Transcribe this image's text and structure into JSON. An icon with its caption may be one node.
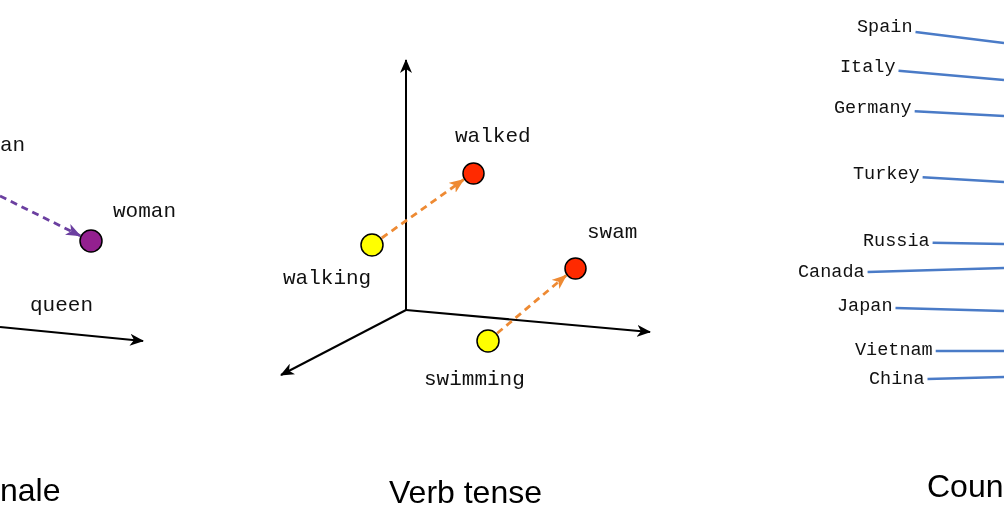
{
  "diagram": {
    "nodes": [
      {
        "text": [],
        "shape": "circle",
        "beside": [
          "woman"
        ]
      },
      {
        "text": [],
        "shape": "circle",
        "beside": [
          "walked"
        ]
      },
      {
        "text": [],
        "shape": "circle",
        "beside": [
          "walking"
        ]
      },
      {
        "text": [],
        "shape": "circle",
        "beside": [
          "swam"
        ]
      },
      {
        "text": [],
        "shape": "circle",
        "beside": [
          "swimming"
        ]
      },
      {
        "text": [
          "Spain"
        ]
      },
      {
        "text": [
          "Italy"
        ]
      },
      {
        "text": [
          "Germany"
        ]
      },
      {
        "text": [
          "Turkey"
        ]
      },
      {
        "text": [
          "Russia"
        ]
      },
      {
        "text": [
          "Canada"
        ]
      },
      {
        "text": [
          "Japan"
        ]
      },
      {
        "text": [
          "Vietnam"
        ]
      },
      {
        "text": [
          "China"
        ]
      }
    ],
    "edges": [
      {
        "from": null,
        "to": 0,
        "arrow": "to",
        "style": "dashed",
        "color": "#6b3fa0"
      },
      {
        "from": 2,
        "to": 1,
        "arrow": "to",
        "style": "dashed",
        "color": "#ee8a33"
      },
      {
        "from": 4,
        "to": 3,
        "arrow": "to",
        "style": "dashed",
        "color": "#ee8a33"
      },
      {
        "from": 5,
        "to": null,
        "arrow": "none"
      },
      {
        "from": 6,
        "to": null,
        "arrow": "none"
      },
      {
        "from": 7,
        "to": null,
        "arrow": "none"
      },
      {
        "from": 8,
        "to": null,
        "arrow": "none"
      },
      {
        "from": 9,
        "to": null,
        "arrow": "none"
      },
      {
        "from": 10,
        "to": null,
        "arrow": "none"
      },
      {
        "from": 11,
        "to": null,
        "arrow": "none"
      },
      {
        "from": 12,
        "to": null,
        "arrow": "none"
      },
      {
        "from": 13,
        "to": null,
        "arrow": "none"
      }
    ],
    "labels": [
      "an",
      "queen",
      "nale",
      "Verb tense",
      "Coun"
    ]
  }
}
